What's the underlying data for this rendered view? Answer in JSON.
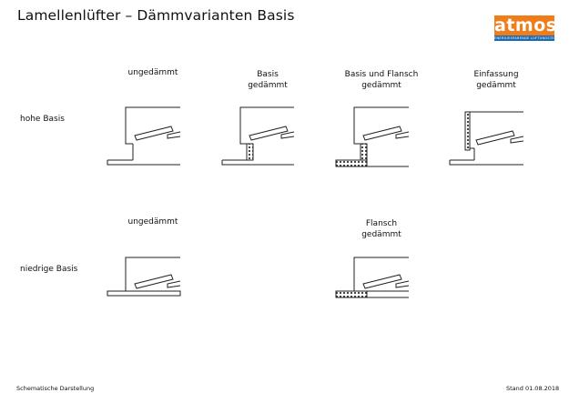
{
  "title": "Lamellenlüfter – Dämmvarianten Basis",
  "logo": {
    "word": "atmos",
    "tagline": "ENERGIESPARENDE LÜFTUNGSTECHNIK",
    "orange": "#f07d1a",
    "blue": "#1a6bb0"
  },
  "rows": {
    "high": "hohe Basis",
    "low": "niedrige Basis"
  },
  "headers": {
    "high_uninsulated": "ungedämmt",
    "high_basis": "Basis\ngedämmt",
    "high_basis_flange": "Basis und Flansch\ngedämmt",
    "high_frame": "Einfassung\ngedämmt",
    "low_uninsulated": "ungedämmt",
    "low_flange": "Flansch\ngedämmt"
  },
  "footer": {
    "left": "Schematische Darstellung",
    "right": "Stand 01.08.2018"
  }
}
